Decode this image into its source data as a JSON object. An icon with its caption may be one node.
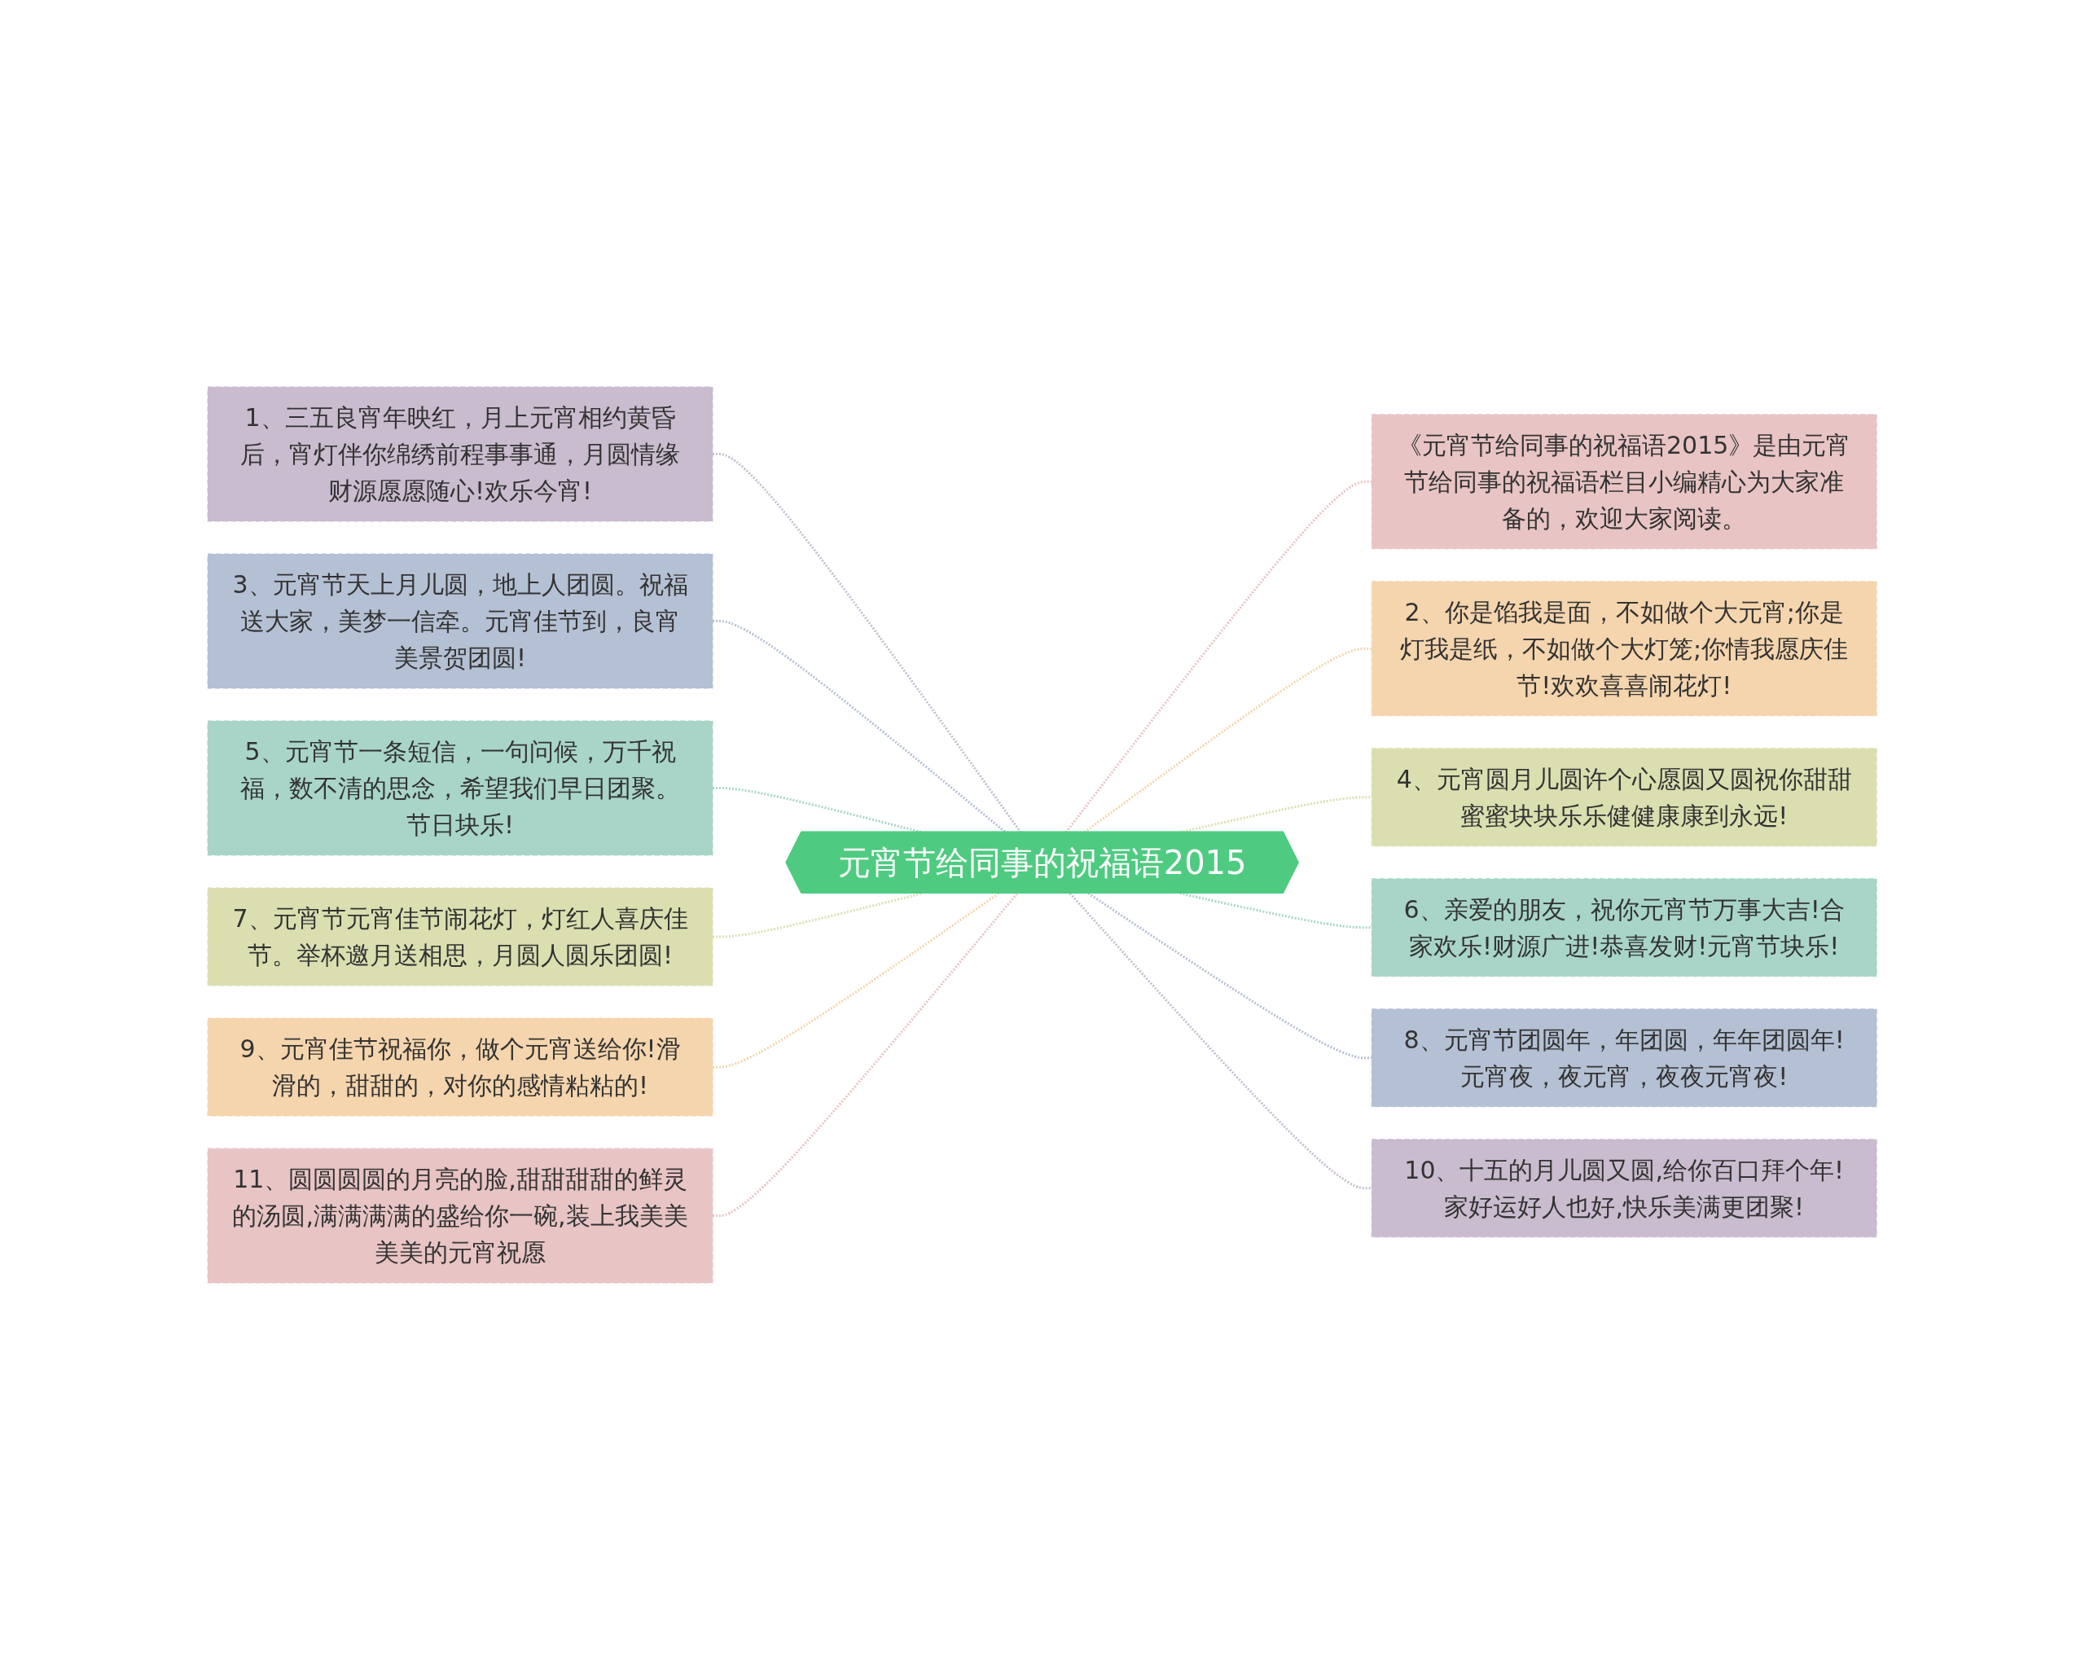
{
  "diagram": {
    "nodes": [
      {
        "text": [
          "元宵节给同事的祝福语2015"
        ]
      },
      {
        "text": [
          "1、三五良宵年映红，月上元宵相约黄昏后，宵灯伴你绵绣前程事事通，月圆情缘财源愿愿随心!欢乐今宵!"
        ]
      },
      {
        "text": [
          "3、元宵节天上月儿圆，地上人团圆。祝福送大家，美梦一信牵。元宵佳节到，良宵美景贺团圆!"
        ]
      },
      {
        "text": [
          "5、元宵节一条短信，一句问候，万千祝福，数不清的思念，希望我们早日团聚。节日块乐!"
        ]
      },
      {
        "text": [
          "7、元宵节元宵佳节闹花灯，灯红人喜庆佳节。举杯邀月送相思，月圆人圆乐团圆!"
        ]
      },
      {
        "text": [
          "9、元宵佳节祝福你，做个元宵送给你!滑滑的，甜甜的，对你的感情粘粘的!"
        ]
      },
      {
        "text": [
          "11、圆圆圆圆的月亮的脸,甜甜甜甜的鲜灵的汤圆,满满满满的盛给你一碗,装上我美美美美的元宵祝愿"
        ]
      },
      {
        "text": [
          "《元宵节给同事的祝福语2015》是由元宵节给同事的祝福语栏目小编精心为大家准备的，欢迎大家阅读。"
        ]
      },
      {
        "text": [
          "2、你是馅我是面，不如做个大元宵;你是灯我是纸，不如做个大灯笼;你情我愿庆佳节!欢欢喜喜闹花灯!"
        ]
      },
      {
        "text": [
          "4、元宵圆月儿圆许个心愿圆又圆祝你甜甜蜜蜜块块乐乐健健康康到永远!"
        ]
      },
      {
        "text": [
          "6、亲爱的朋友，祝你元宵节万事大吉!合家欢乐!财源广进!恭喜发财!元宵节块乐!"
        ]
      },
      {
        "text": [
          "8、元宵节团圆年，年团圆，年年团圆年!元宵夜，夜元宵，夜夜元宵夜!"
        ]
      },
      {
        "text": [
          "10、十五的月儿圆又圆,给你百口拜个年!家好运好人也好,快乐美满更团聚!"
        ]
      }
    ],
    "edges": [
      {
        "from": 0,
        "to": 1,
        "arrow": "none",
        "style": "dashed",
        "color": "#c9bccf"
      },
      {
        "from": 0,
        "to": 2,
        "arrow": "none",
        "style": "dashed",
        "color": "#b4c0d3"
      },
      {
        "from": 0,
        "to": 3,
        "arrow": "none",
        "style": "dashed",
        "color": "#a8d5c8"
      },
      {
        "from": 0,
        "to": 4,
        "arrow": "none",
        "style": "dashed",
        "color": "#dbdfb0"
      },
      {
        "from": 0,
        "to": 5,
        "arrow": "none",
        "style": "dashed",
        "color": "#f5d5ad"
      },
      {
        "from": 0,
        "to": 6,
        "arrow": "none",
        "style": "dashed",
        "color": "#e8c4c4"
      },
      {
        "from": 0,
        "to": 7,
        "arrow": "none",
        "style": "dashed",
        "color": "#e8c4c4"
      },
      {
        "from": 0,
        "to": 8,
        "arrow": "none",
        "style": "dashed",
        "color": "#f5d5ad"
      },
      {
        "from": 0,
        "to": 9,
        "arrow": "none",
        "style": "dashed",
        "color": "#dbdfb0"
      },
      {
        "from": 0,
        "to": 10,
        "arrow": "none",
        "style": "dashed",
        "color": "#a8d5c8"
      },
      {
        "from": 0,
        "to": 11,
        "arrow": "none",
        "style": "dashed",
        "color": "#b4c0d3"
      },
      {
        "from": 0,
        "to": 12,
        "arrow": "none",
        "style": "dashed",
        "color": "#c9bccf"
      }
    ]
  }
}
